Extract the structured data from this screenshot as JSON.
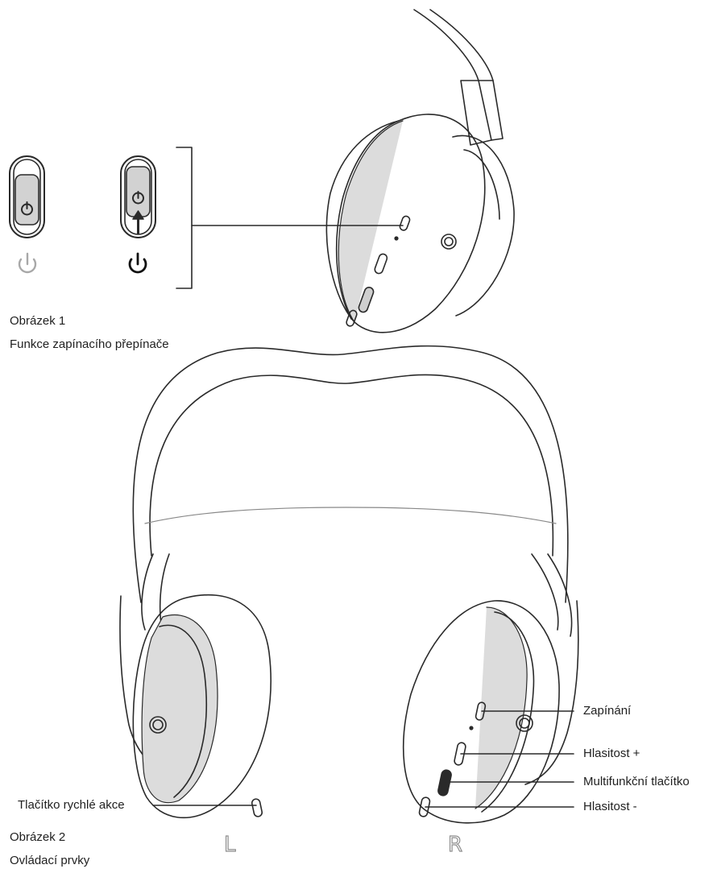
{
  "figure1": {
    "number": "Obrázek 1",
    "caption": "Funkce zapínacího přepínače"
  },
  "figure2": {
    "number": "Obrázek 2",
    "caption": "Ovládací prvky",
    "side_left": "L",
    "side_right": "R",
    "labels": {
      "quick_action": "Tlačítko rychlé akce",
      "power": "Zapínání",
      "volume_up": "Hlasitost +",
      "multifunction": "Multifunkční tlačítko",
      "volume_down": "Hlasitost -"
    }
  },
  "colors": {
    "line": "#2a2a2a",
    "light_fill": "#d3d3d3",
    "off_icon": "#a8a8a8",
    "on_icon": "#111111"
  }
}
